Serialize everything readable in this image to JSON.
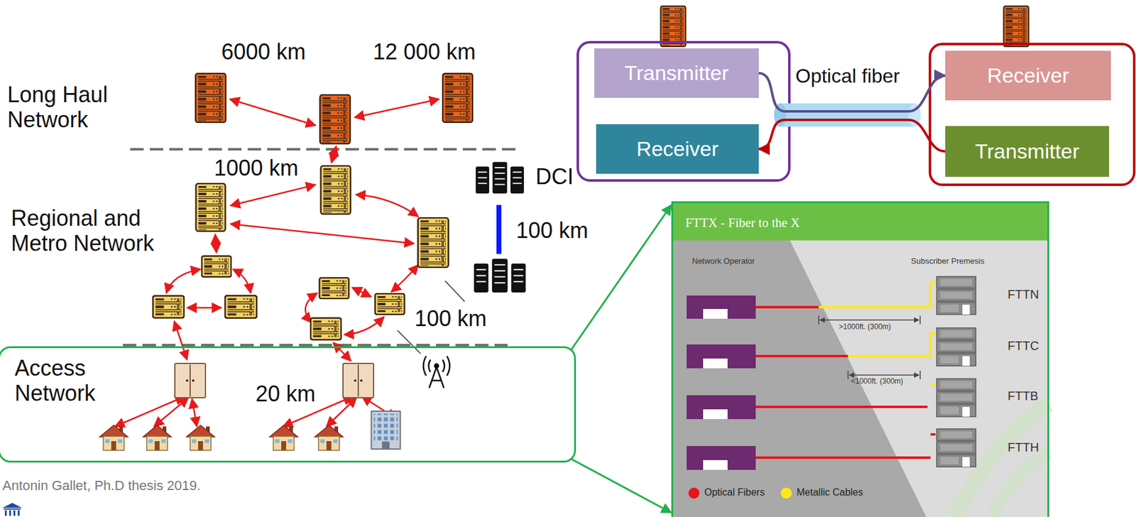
{
  "diagram": {
    "nodes": [
      {
        "text": [
          "Transmitter"
        ]
      },
      {
        "text": [
          "Receiver"
        ]
      },
      {
        "text": [
          "Receiver"
        ]
      },
      {
        "text": [
          "Transmitter"
        ]
      },
      {
        "text": [
          "Access Network",
          "20 km"
        ]
      },
      {
        "text": [
          "FTTX - Fiber to the X"
        ]
      }
    ],
    "edges": [
      {
        "from": 0,
        "to": 2,
        "arrow": "to"
      },
      {
        "from": 3,
        "to": 1,
        "arrow": "to"
      },
      {
        "from": 4,
        "to": 5,
        "arrow": "to"
      },
      {
        "from": 4,
        "to": 5,
        "arrow": "to"
      }
    ],
    "labels": [
      "6000 km",
      "12 000 km",
      "Long Haul Network",
      "1000 km",
      "DCI",
      "100 km",
      "Regional and Metro Network",
      "100 km",
      "Antonin Gallet, Ph.D thesis 2019.",
      "Optical fiber",
      "Network Operator",
      "Subscriber Premesis",
      "FTTN",
      ">1000ft. (300m)",
      "FTTC",
      "<1000ft. (300m)",
      "FTTB",
      "FTTH"
    ],
    "legend": [
      {
        "text": "Optical Fibers",
        "color": "#e8141c"
      },
      {
        "text": "Metallic Cables",
        "color": "#ffe81a"
      }
    ]
  }
}
